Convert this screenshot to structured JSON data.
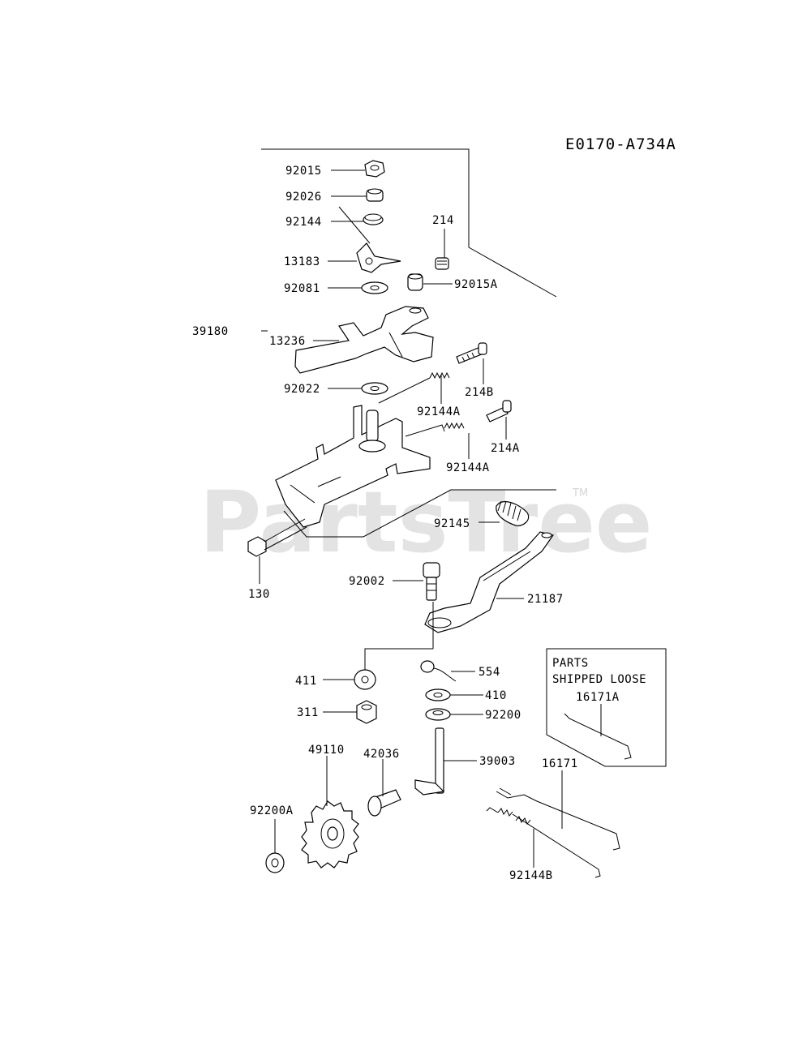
{
  "diagram": {
    "code": "E0170-A734A",
    "watermark": "PartsTree",
    "trademark": "TM",
    "shipped_loose": {
      "line1": "PARTS",
      "line2": "SHIPPED LOOSE",
      "part": "16171A"
    },
    "parts": {
      "p92015": "92015",
      "p92026": "92026",
      "p92144": "92144",
      "p13183": "13183",
      "p92081": "92081",
      "p214": "214",
      "p92015A": "92015A",
      "p39180": "39180",
      "p13236": "13236",
      "p92022": "92022",
      "p214B": "214B",
      "p92144A_1": "92144A",
      "p214A": "214A",
      "p92144A_2": "92144A",
      "p92145": "92145",
      "p130": "130",
      "p92002": "92002",
      "p21187": "21187",
      "p411": "411",
      "p554": "554",
      "p410": "410",
      "p311": "311",
      "p92200": "92200",
      "p49110": "49110",
      "p42036": "42036",
      "p39003": "39003",
      "p16171": "16171",
      "p92200A": "92200A",
      "p92144B": "92144B"
    }
  }
}
